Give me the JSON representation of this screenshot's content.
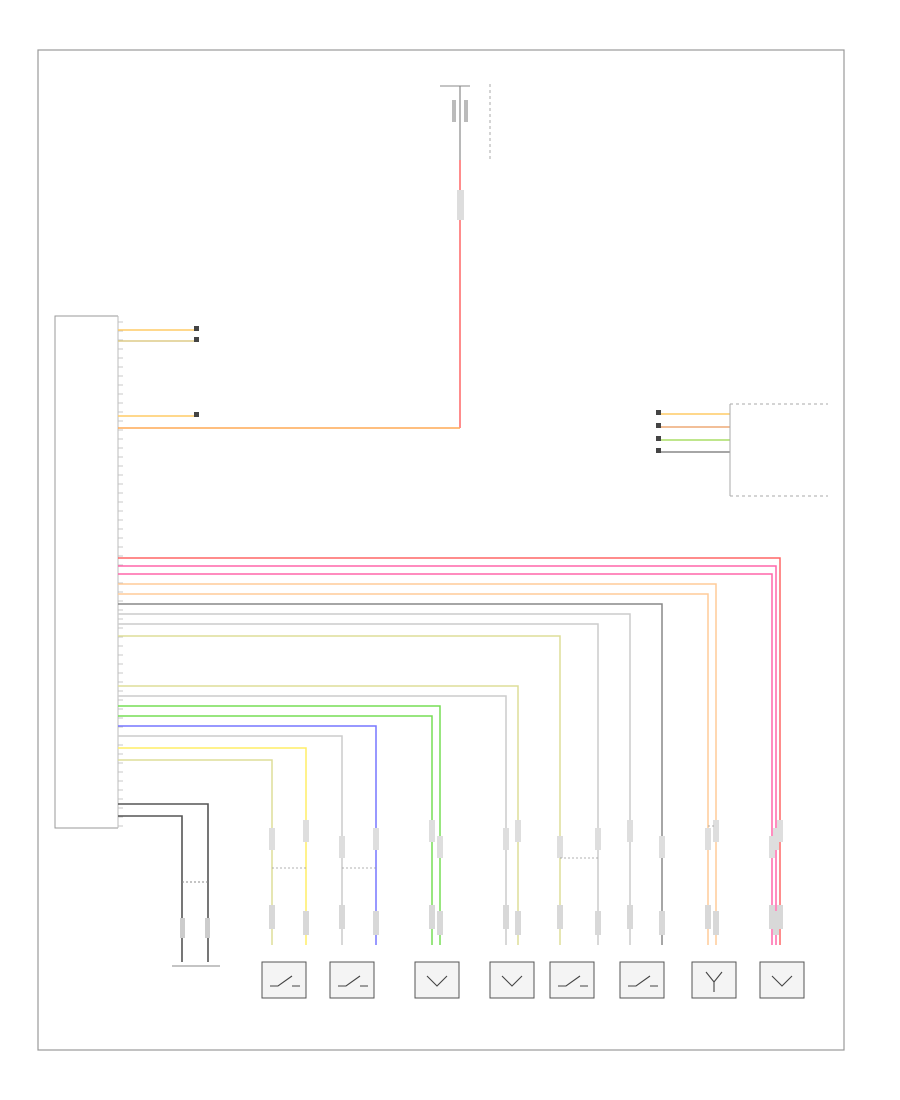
{
  "sheet_label": "",
  "blocks": {
    "top_connector": "",
    "top_callout": "",
    "airbag_unit": "",
    "right_cluster": "",
    "clockspring": ""
  },
  "components": [
    {
      "id": "c1",
      "label": ""
    },
    {
      "id": "c2",
      "label": ""
    },
    {
      "id": "c3",
      "label": ""
    },
    {
      "id": "c4",
      "label": ""
    },
    {
      "id": "c5",
      "label": ""
    },
    {
      "id": "c6",
      "label": ""
    },
    {
      "id": "c7",
      "label": ""
    },
    {
      "id": "c8",
      "label": ""
    }
  ],
  "colors": {
    "frame": "#999999",
    "wire_red": "#ff6666",
    "wire_orange": "#ffaa55",
    "wire_pink": "#ff66aa",
    "wire_peach": "#ffcc99",
    "wire_grey": "#888888",
    "wire_lightgrey": "#cccccc",
    "wire_yellow": "#ffee66",
    "wire_khaki": "#dddd99",
    "wire_green": "#77dd55",
    "wire_blue": "#7777ff",
    "wire_dark": "#444444"
  }
}
